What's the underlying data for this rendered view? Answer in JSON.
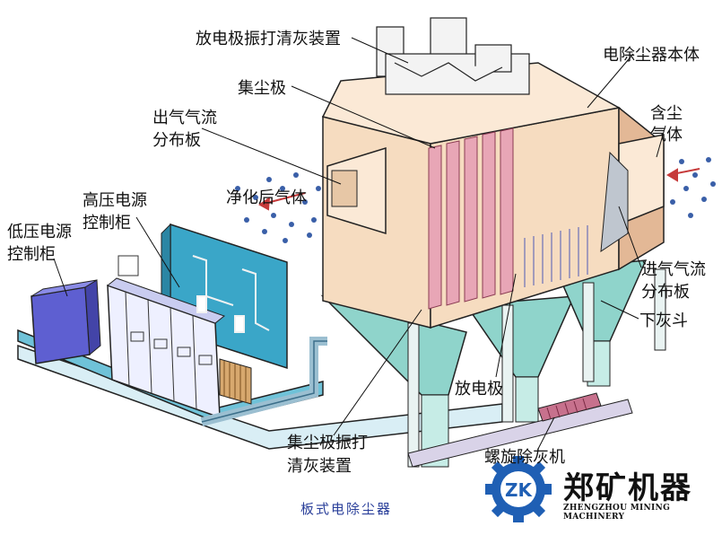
{
  "labels": {
    "discharge_rapper": "放电极振打清灰装置",
    "precipitator_body": "电除尘器本体",
    "collecting_electrode": "集尘极",
    "dust_gas_line1": "含尘",
    "dust_gas_line2": "气体",
    "outlet_dist_line1": "出气气流",
    "outlet_dist_line2": "分布板",
    "clean_gas": "净化后气体",
    "hv_cabinet_line1": "高压电源",
    "hv_cabinet_line2": "控制柜",
    "lv_cabinet_line1": "低压电源",
    "lv_cabinet_line2": "控制柜",
    "inlet_dist_line1": "进气气流",
    "inlet_dist_line2": "分布板",
    "hopper": "下灰斗",
    "discharge_electrode": "放电极",
    "collector_rapper_line1": "集尘极振打",
    "collector_rapper_line2": "清灰装置",
    "screw_conveyor": "螺旋除灰机"
  },
  "caption": "板式电除尘器",
  "brand": {
    "logo_letters": "ZK",
    "name_cn": "郑矿机器",
    "name_en": "ZHENGZHOU MINING MACHINERY"
  },
  "colors": {
    "casing": "#f6dcc0",
    "casing_dark": "#e3b896",
    "hopper": "#8fd4cb",
    "plates": "#e8a6b6",
    "control_room": "#3aa6c8",
    "cabinet": "#5e5fd1",
    "dust": "#3a5fa8",
    "brand_blue": "#1f5fb4"
  }
}
